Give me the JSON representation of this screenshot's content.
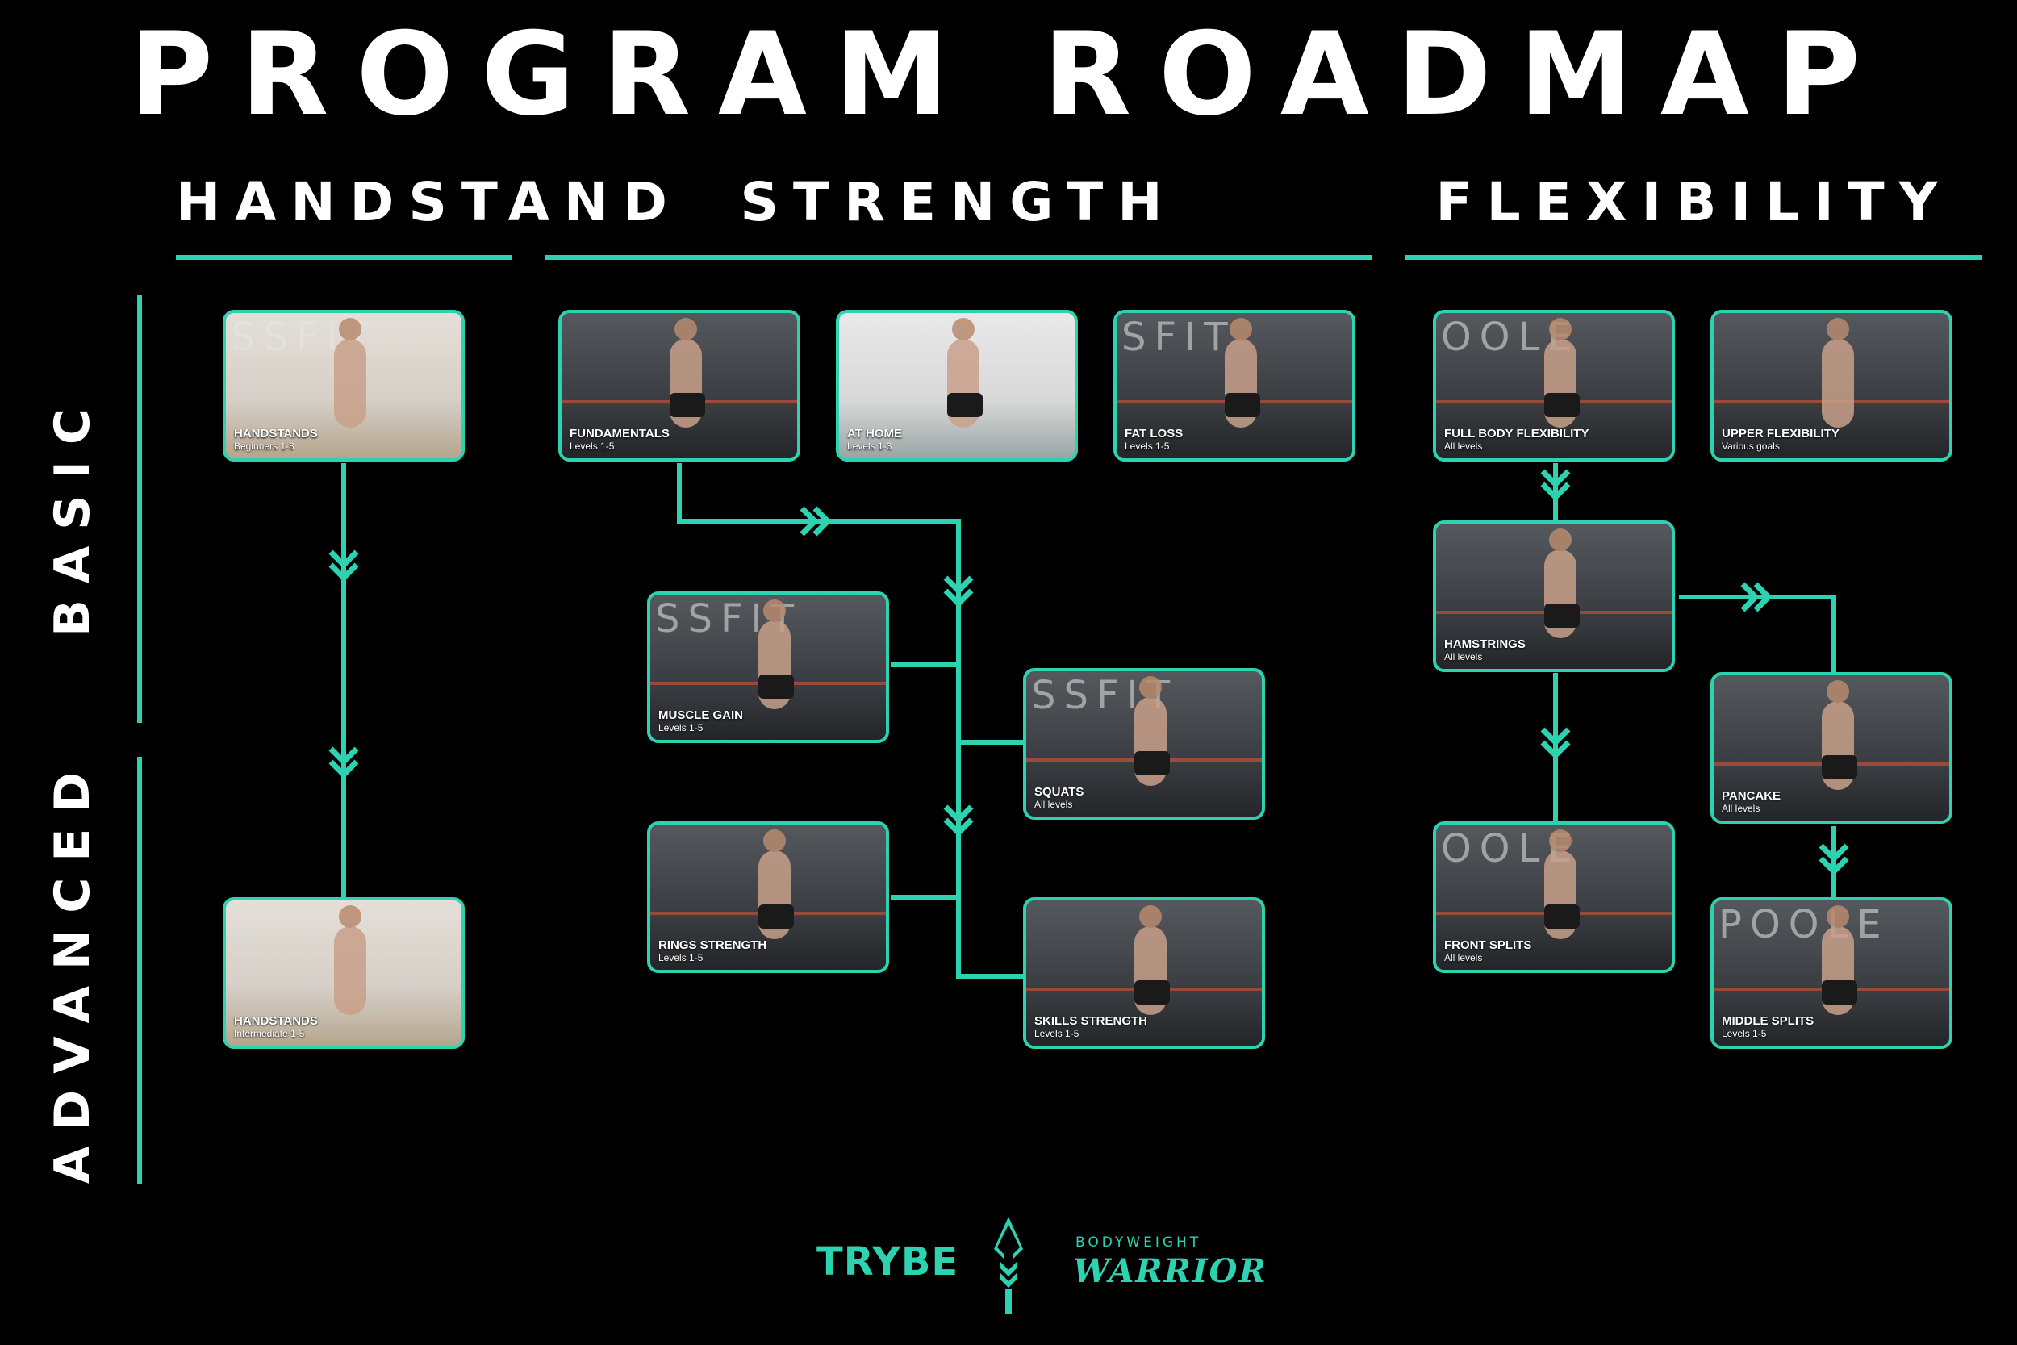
{
  "title": "PROGRAM ROADMAP",
  "columns": {
    "handstand": "HANDSTAND",
    "strength": "STRENGTH",
    "flexibility": "FLEXIBILITY"
  },
  "rows": {
    "basic": "BASIC",
    "advanced": "ADVANCED"
  },
  "cards": {
    "handstands_basic": {
      "name": "HANDSTANDS",
      "sub": "Beginners 1-8"
    },
    "handstands_adv": {
      "name": "HANDSTANDS",
      "sub": "Intermediate 1-5"
    },
    "fundamentals": {
      "name": "FUNDAMENTALS",
      "sub": "Levels 1-5"
    },
    "at_home": {
      "name": "AT HOME",
      "sub": "Levels 1-3"
    },
    "fat_loss": {
      "name": "FAT LOSS",
      "sub": "Levels 1-5"
    },
    "muscle_gain": {
      "name": "MUSCLE GAIN",
      "sub": "Levels 1-5"
    },
    "squats": {
      "name": "SQUATS",
      "sub": "All levels"
    },
    "rings_strength": {
      "name": "RINGS STRENGTH",
      "sub": "Levels 1-5"
    },
    "skills_strength": {
      "name": "SKILLS STRENGTH",
      "sub": "Levels 1-5"
    },
    "full_body_flex": {
      "name": "FULL BODY FLEXIBILITY",
      "sub": "All levels"
    },
    "upper_flex": {
      "name": "UPPER FLEXIBILITY",
      "sub": "Various goals"
    },
    "hamstrings": {
      "name": "HAMSTRINGS",
      "sub": "All levels"
    },
    "pancake": {
      "name": "PANCAKE",
      "sub": "All levels"
    },
    "front_splits": {
      "name": "FRONT SPLITS",
      "sub": "All levels"
    },
    "middle_splits": {
      "name": "MIDDLE SPLITS",
      "sub": "Levels 1-5"
    }
  },
  "wallmarks": {
    "gym_a": "SSFIT",
    "gym_b": "OOLE",
    "gym_c": "SFIT",
    "gym_d": "SSFIT",
    "gym_e": "POOLE"
  },
  "footer": {
    "brand": "TRYBE",
    "sub_brand_top": "BODYWEIGHT",
    "sub_brand_bottom": "WARRIOR"
  },
  "colors": {
    "accent": "#2dd3b1",
    "background": "#000000",
    "text": "#ffffff"
  },
  "icons": {
    "connector_arrow": "double-chevron-arrow-icon",
    "logo": "spearhead-logo-icon"
  }
}
